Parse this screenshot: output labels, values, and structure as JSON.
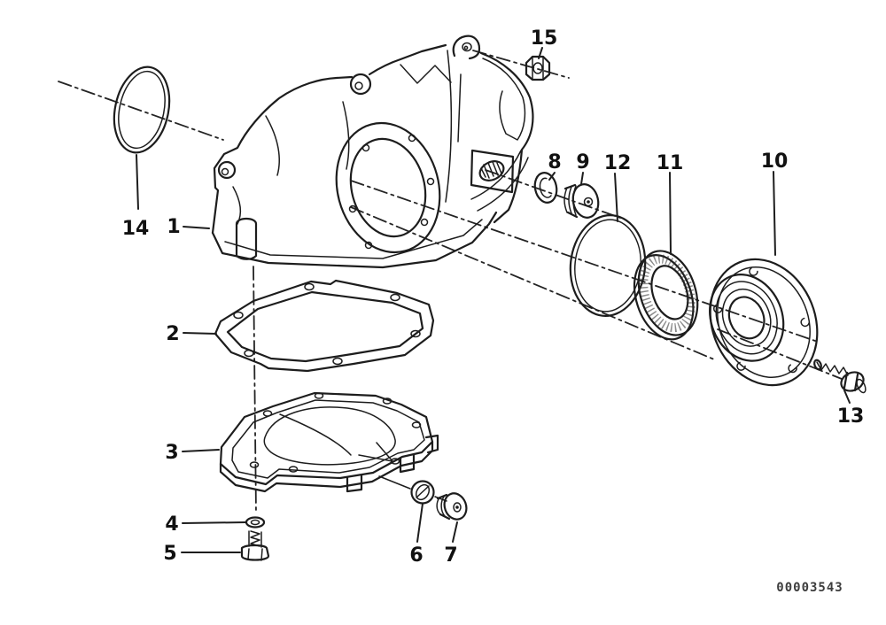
{
  "parts_diagram": {
    "description": "Exploded technical parts diagram of a final drive cover assembly with numbered callouts",
    "code": "00003543",
    "labels": {
      "p1": "1",
      "p2": "2",
      "p3": "3",
      "p4": "4",
      "p5": "5",
      "p6": "6",
      "p7": "7",
      "p8": "8",
      "p9": "9",
      "p10": "10",
      "p11": "11",
      "p12": "12",
      "p13": "13",
      "p14": "14",
      "p15": "15"
    }
  }
}
